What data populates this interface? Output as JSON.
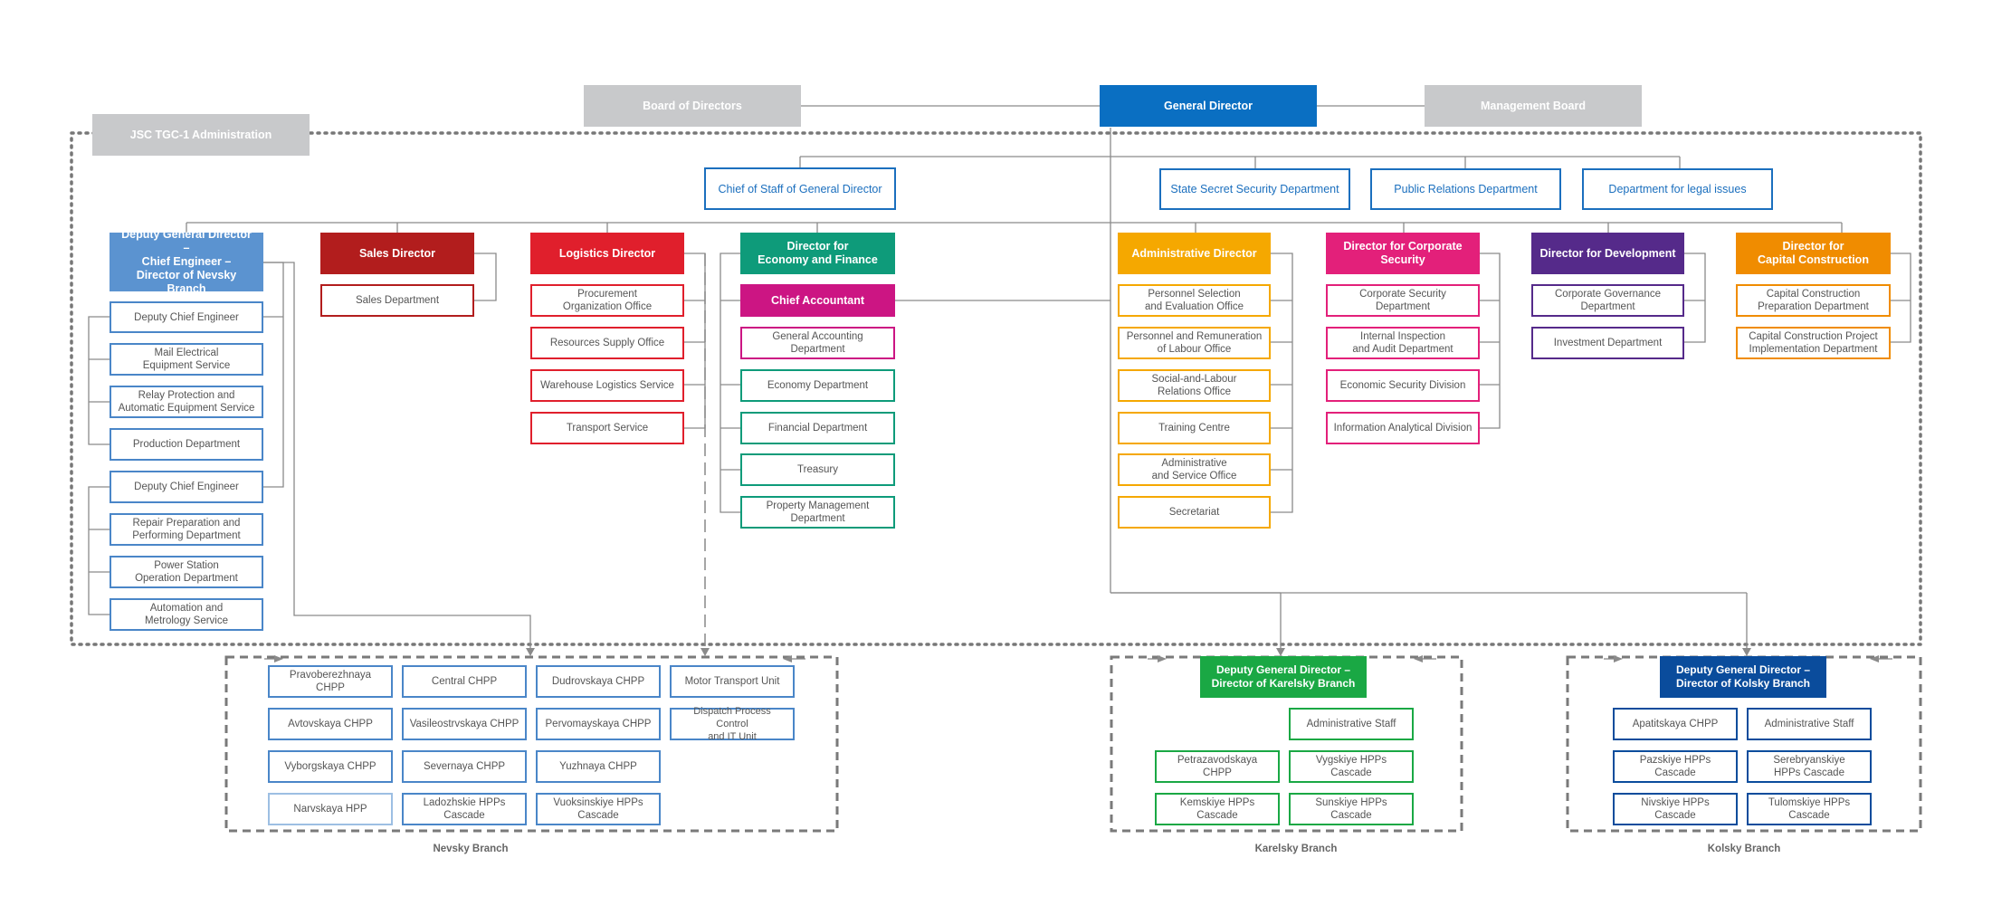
{
  "colors": {
    "blue_dark": "#0a6fc2",
    "blue_light": "#5b93d0",
    "outline_blue": "#4a86c8",
    "red_dark": "#b21d1d",
    "red": "#e01f2c",
    "teal": "#0e9b7a",
    "magenta": "#cc1583",
    "amber": "#f5a800",
    "pink": "#e3207a",
    "purple": "#552a8a",
    "orange": "#f08c00",
    "green": "#1aa844",
    "navy": "#0a4c9c",
    "grey": "#c8c9cb",
    "line": "#8a8a8a",
    "dash": "#7a7a7a"
  },
  "nodes": {
    "board": "Board of Directors",
    "general": "General Director",
    "mgmt": "Management Board",
    "admin": "JSC TGC-1 Administration",
    "chief_staff": "Chief of Staff of General Director",
    "state_secret": "State Secret Security Department",
    "pr": "Public Relations Department",
    "legal": "Department for legal issues",
    "dgd_nevsky": "Deputy General Director –\nChief Engineer –\nDirector of Nevsky Branch",
    "dep_chief_eng_1": "Deputy Chief Engineer",
    "mail_elec": "Mail Electrical\nEquipment Service",
    "relay": "Relay Protection and\nAutomatic Equipment Service",
    "production": "Production Department",
    "dep_chief_eng_2": "Deputy Chief Engineer",
    "repair": "Repair Preparation and\nPerforming Department",
    "power_station": "Power Station\nOperation Department",
    "automation": "Automation and\nMetrology Service",
    "sales_dir": "Sales Director",
    "sales_dept": "Sales Department",
    "logistics_dir": "Logistics Director",
    "procurement": "Procurement\nOrganization Office",
    "resources": "Resources Supply Office",
    "warehouse": "Warehouse Logistics Service",
    "transport": "Transport Service",
    "econ_dir": "Director for\nEconomy and Finance",
    "chief_acc": "Chief Accountant",
    "gen_acc": "General Accounting Department",
    "economy": "Economy Department",
    "financial": "Financial Department",
    "treasury": "Treasury",
    "property": "Property Management Department",
    "adm_dir": "Administrative Director",
    "personnel_sel": "Personnel Selection\nand Evaluation Office",
    "personnel_rem": "Personnel and Remuneration\nof Labour Office",
    "social": "Social-and-Labour\nRelations Office",
    "training": "Training Centre",
    "adm_service": "Administrative\nand Service Office",
    "secretariat": "Secretariat",
    "corp_sec_dir": "Director for Corporate Security",
    "corp_sec_dept": "Corporate Security Department",
    "internal_insp": "Internal Inspection\nand Audit Department",
    "econ_sec": "Economic Security Division",
    "info_anal": "Information Analytical Division",
    "dev_dir": "Director for Development",
    "corp_gov": "Corporate Governance Department",
    "investment": "Investment Department",
    "cap_dir": "Director for\nCapital Construction",
    "cap_prep": "Capital Construction\nPreparation Department",
    "cap_impl": "Capital Construction Project\nImplementation Department",
    "pravober": "Pravoberezhnaya CHPP",
    "central": "Central CHPP",
    "dudrov": "Dudrovskaya CHPP",
    "motor": "Motor Transport Unit",
    "avtov": "Avtovskaya CHPP",
    "vasil": "Vasileostrvskaya CHPP",
    "pervom": "Pervomayskaya CHPP",
    "dispatch": "Dispatch Process Control\nand IT Unit",
    "vyborg": "Vyborgskaya CHPP",
    "severn": "Severnaya CHPP",
    "yuzh": "Yuzhnaya CHPP",
    "narv": "Narvskaya HPP",
    "ladoz": "Ladozhskie HPPs Cascade",
    "vuoks": "Vuoksinskiye HPPs Cascade",
    "dgd_karelsky": "Deputy General Director –\nDirector of Karelsky Branch",
    "kar_admin": "Administrative Staff",
    "petroz": "Petrazavodskaya CHPP",
    "vygsk": "Vygskiye HPPs Cascade",
    "kemsk": "Kemskiye HPPs Cascade",
    "sunsk": "Sunskiye HPPs Cascade",
    "dgd_kolsky": "Deputy General Director –\nDirector of Kolsky Branch",
    "apatit": "Apatitskaya CHPP",
    "kol_admin": "Administrative Staff",
    "pazsk": "Pazskiye HPPs Cascade",
    "serebr": "Serebryanskiye\nHPPs Cascade",
    "nivsk": "Nivskiye HPPs Cascade",
    "tulom": "Tulomskiye HPPs Cascade"
  },
  "branch_labels": {
    "nevsky": "Nevsky Branch",
    "karelsky": "Karelsky Branch",
    "kolsky": "Kolsky Branch"
  }
}
